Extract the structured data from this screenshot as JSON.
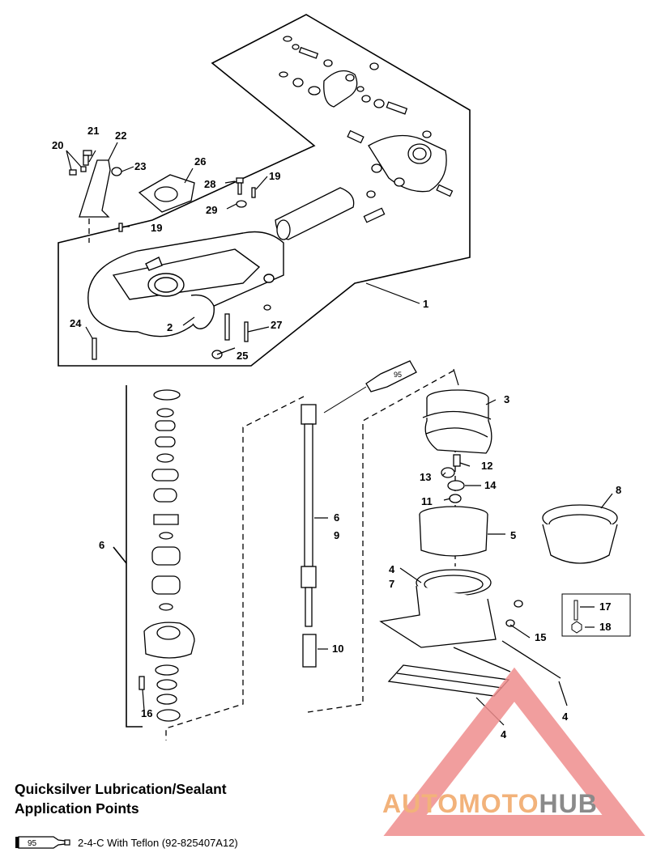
{
  "diagram": {
    "tube_label": "95",
    "callouts": {
      "c1_top": "1",
      "c2": "2",
      "c20": "20",
      "c21": "21",
      "c22": "22",
      "c23": "23",
      "c24": "24",
      "c25": "25",
      "c26": "26",
      "c27": "27",
      "c28": "28",
      "c29": "29",
      "c19a": "19",
      "c19b": "19",
      "c3": "3",
      "c12": "12",
      "c13": "13",
      "c14": "14",
      "c11": "11",
      "c5": "5",
      "c8": "8",
      "c4a": "4",
      "c7": "7",
      "c17": "17",
      "c18": "18",
      "c15": "15",
      "c4b": "4",
      "c4c": "4",
      "c6a": "6",
      "c6b": "6",
      "c9": "9",
      "c10": "10",
      "c16": "16"
    }
  },
  "legend": {
    "title_line1": "Quicksilver Lubrication/Sealant",
    "title_line2": "Application Points",
    "tube_label": "95",
    "item_text": "2-4-C  With Teflon (92-825407A12)"
  },
  "watermark": {
    "part1": "AUTOMOTO",
    "part2": "HUB",
    "color1": "#f2b27a",
    "color2": "#8a8a8a",
    "triangle_color": "#ef8d8d"
  }
}
